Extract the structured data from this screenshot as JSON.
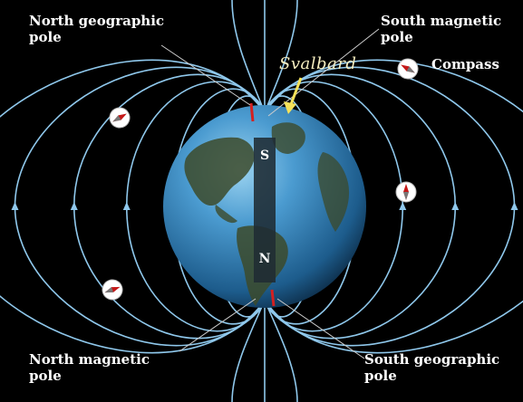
{
  "labels": {
    "north_geographic_pole": [
      "North geographic",
      "pole"
    ],
    "south_magnetic_pole": [
      "South magnetic",
      "pole"
    ],
    "compass": "Compass",
    "svalbard": "Svalbard",
    "north_magnetic_pole": [
      "North magnetic",
      "pole"
    ],
    "south_geographic_pole": [
      "South geographic",
      "pole"
    ],
    "magnet_top": "S",
    "magnet_bottom": "N"
  },
  "colors": {
    "background": "#000000",
    "field_lines": "#8fc8ec",
    "earth_ocean": "#3f8fc4",
    "earth_land": "#3c4a2a",
    "magnet_bar": "#1f2b33",
    "pole_marker": "#d42020",
    "svalbard_arrow": "#f5e25a",
    "compass_needle": "#c41818"
  },
  "icons": [
    "compass-icon",
    "bar-magnet",
    "earth-globe",
    "field-line-arrow"
  ]
}
